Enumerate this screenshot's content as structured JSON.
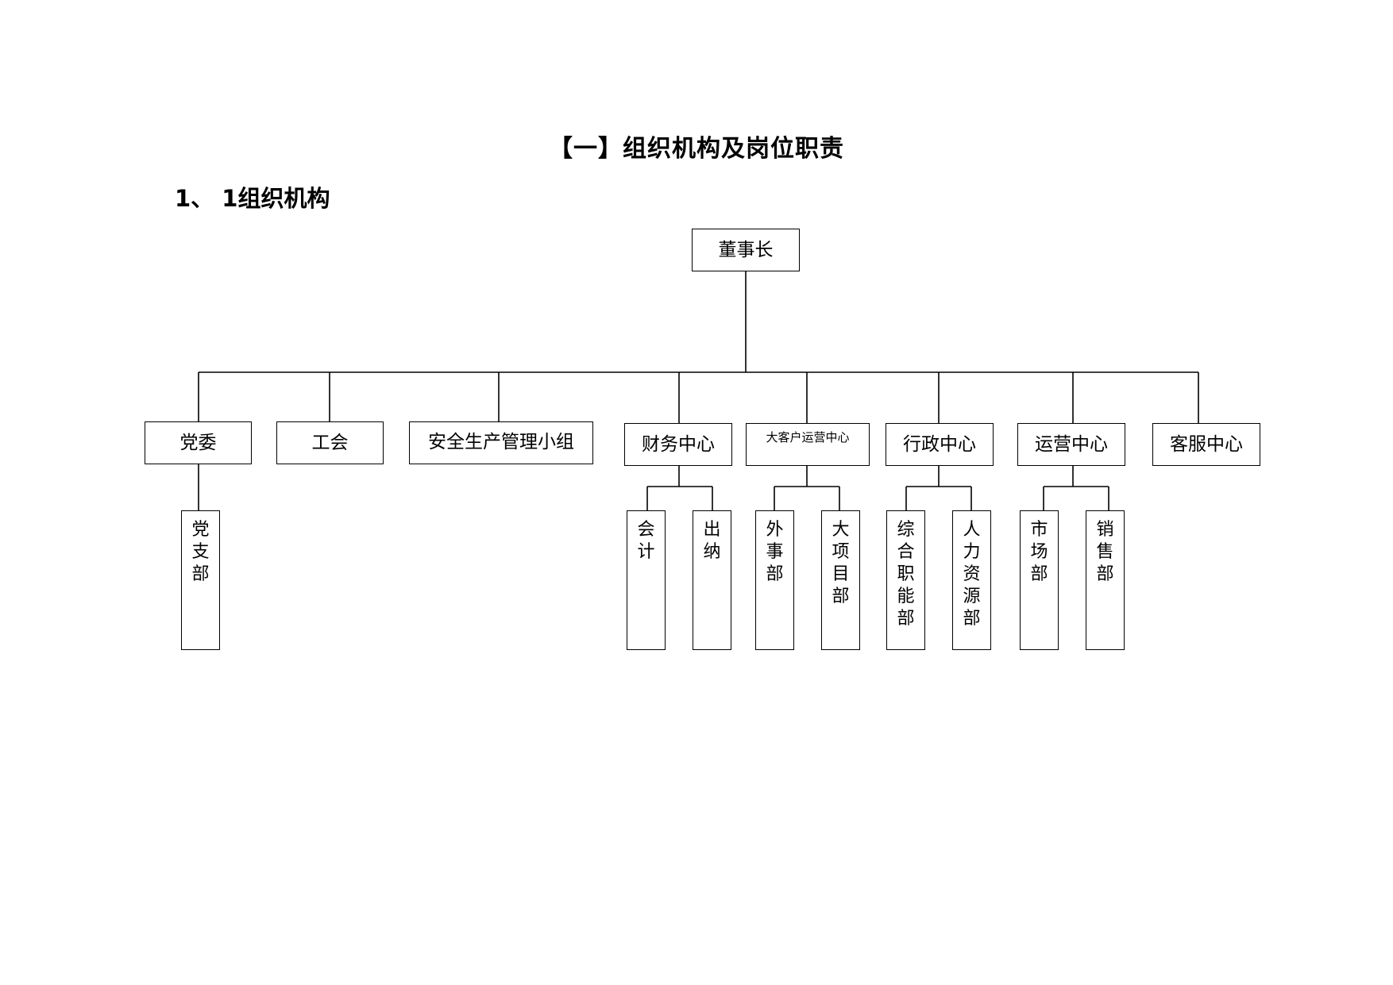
{
  "heading": {
    "title": "【一】组织机构及岗位职责",
    "subtitle": "1、 1组织机构"
  },
  "org_chart": {
    "root": "董事长",
    "departments": [
      "党委",
      "工会",
      "安全生产管理小组",
      "财务中心",
      "大客户运营中心",
      "行政中心",
      "运营中心",
      "客服中心"
    ],
    "sub_units": {
      "party": [
        "党支部"
      ],
      "finance": [
        "会计",
        "出纳"
      ],
      "key_account": [
        "外事部",
        "大项目部"
      ],
      "admin": [
        "综合职能部",
        "人力资源部"
      ],
      "operation": [
        "市场部",
        "销售部"
      ]
    }
  }
}
